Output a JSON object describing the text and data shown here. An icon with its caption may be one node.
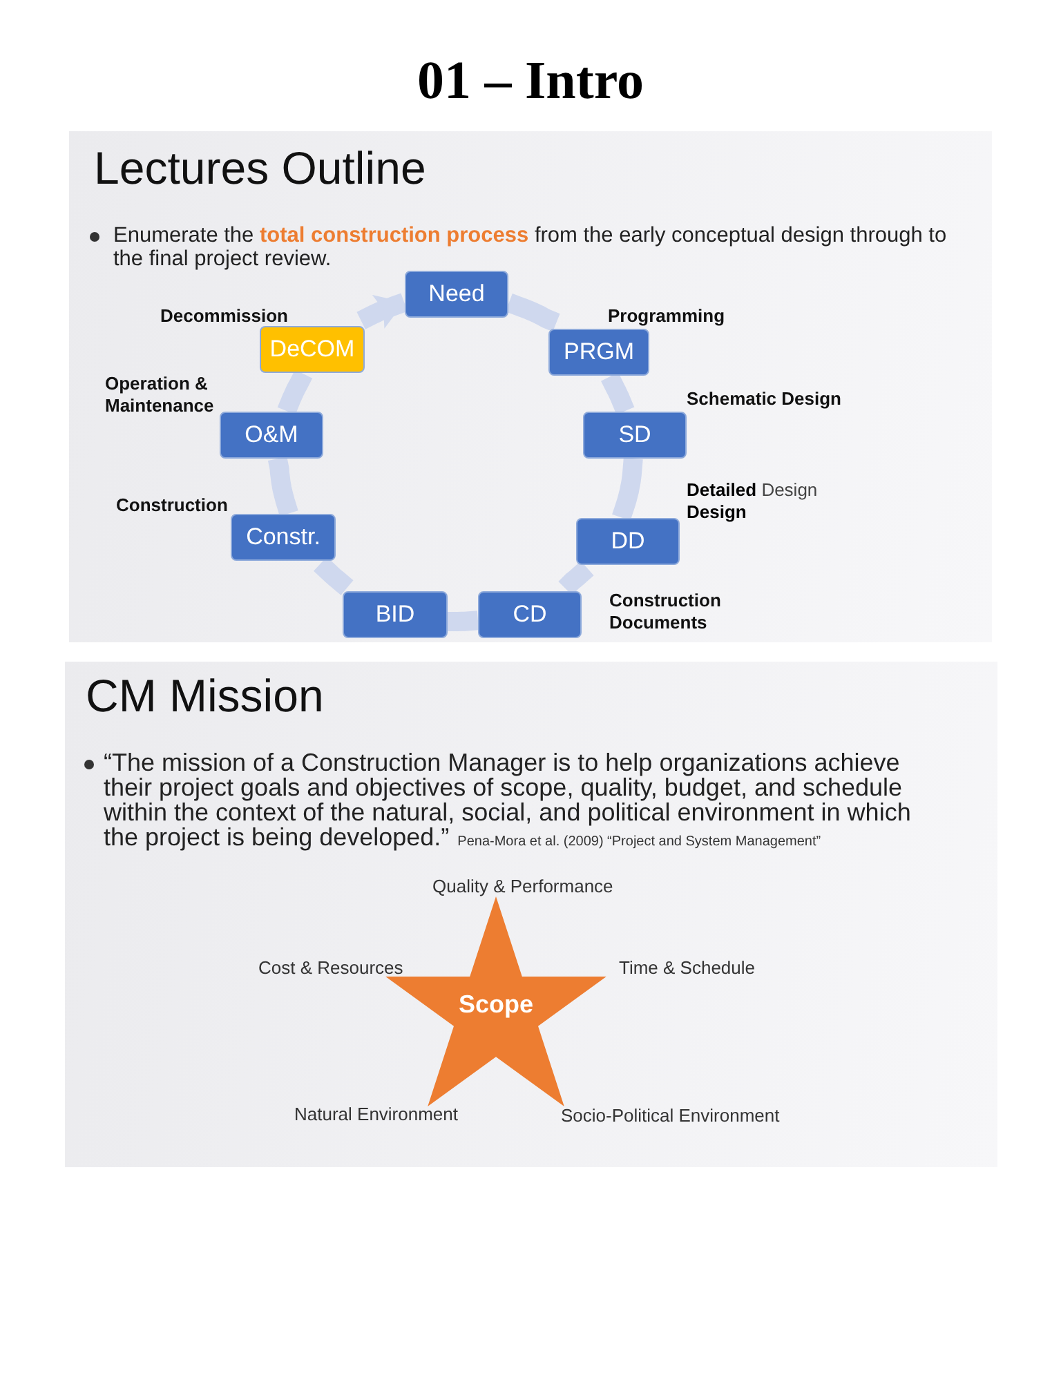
{
  "diagram": {
    "title": "01 – Intro",
    "nodes": [
      {
        "text": [
          "Lectures Outline",
          "Enumerate the **total construction process** from the early conceptual design through to the final project review."
        ]
      },
      {
        "text": [
          "Need"
        ],
        "in": 0
      },
      {
        "text": [
          "PRGM"
        ],
        "in": 0,
        "beside": [
          "Programming"
        ]
      },
      {
        "text": [
          "SD"
        ],
        "in": 0,
        "beside": [
          "Schematic Design"
        ]
      },
      {
        "text": [
          "DD"
        ],
        "in": 0,
        "beside": [
          "**Detailed** Design **Design**"
        ]
      },
      {
        "text": [
          "CD"
        ],
        "in": 0,
        "beside": [
          "Construction Documents"
        ]
      },
      {
        "text": [
          "BID"
        ],
        "in": 0
      },
      {
        "text": [
          "Constr."
        ],
        "in": 0,
        "beside": [
          "Construction"
        ]
      },
      {
        "text": [
          "O&M"
        ],
        "in": 0,
        "beside": [
          "Operation & Maintenance"
        ]
      },
      {
        "text": [
          "DeCOM"
        ],
        "in": 0,
        "beside": [
          "Decommission"
        ]
      },
      {
        "text": [
          "CM Mission",
          "“The mission of a Construction Manager is to help organizations achieve their project goals and objectives of scope, quality, budget, and schedule within the context of the natural, social, and political environment in which the project is being developed.”",
          "Pena-Mora et al. (2009) “Project and System Management”"
        ]
      },
      {
        "text": [
          "Scope"
        ],
        "in": 10,
        "beside": [
          "Quality & Performance",
          "Cost & Resources",
          "Time & Schedule",
          "Natural Environment",
          "Socio-Political Environment"
        ]
      }
    ],
    "edges": [
      {
        "from": 1,
        "to": 2,
        "arrow": "none"
      },
      {
        "from": 2,
        "to": 3,
        "arrow": "none"
      },
      {
        "from": 3,
        "to": 4,
        "arrow": "none"
      },
      {
        "from": 4,
        "to": 5,
        "arrow": "none"
      },
      {
        "from": 5,
        "to": 6,
        "arrow": "none"
      },
      {
        "from": 6,
        "to": 7,
        "arrow": "none"
      },
      {
        "from": 7,
        "to": 8,
        "arrow": "none"
      },
      {
        "from": 8,
        "to": 9,
        "arrow": "none"
      },
      {
        "from": 9,
        "to": 1,
        "arrow": "to"
      }
    ]
  }
}
